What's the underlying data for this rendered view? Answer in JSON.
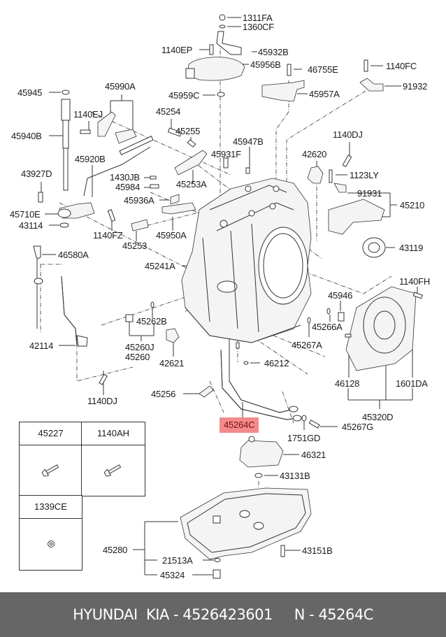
{
  "diagram": {
    "title": "Automatic Transaxle Case Exploded View",
    "highlight_color": "#f28b8b",
    "highlighted_part": "45264C",
    "labels": [
      {
        "id": "1311FA",
        "text": "1311FA"
      },
      {
        "id": "1360CF",
        "text": "1360CF"
      },
      {
        "id": "1140EP",
        "text": "1140EP"
      },
      {
        "id": "45932B",
        "text": "45932B"
      },
      {
        "id": "45956B",
        "text": "45956B"
      },
      {
        "id": "46755E",
        "text": "46755E"
      },
      {
        "id": "1140FC",
        "text": "1140FC"
      },
      {
        "id": "91932",
        "text": "91932"
      },
      {
        "id": "45945",
        "text": "45945"
      },
      {
        "id": "45990A",
        "text": "45990A"
      },
      {
        "id": "45959C",
        "text": "45959C"
      },
      {
        "id": "45957A",
        "text": "45957A"
      },
      {
        "id": "1140EJ",
        "text": "1140EJ"
      },
      {
        "id": "45254",
        "text": "45254"
      },
      {
        "id": "45940B",
        "text": "45940B"
      },
      {
        "id": "45255",
        "text": "45255"
      },
      {
        "id": "45947B",
        "text": "45947B"
      },
      {
        "id": "1140DJ_top",
        "text": "1140DJ"
      },
      {
        "id": "45920B",
        "text": "45920B"
      },
      {
        "id": "45931F",
        "text": "45931F"
      },
      {
        "id": "42620",
        "text": "42620"
      },
      {
        "id": "43927D",
        "text": "43927D"
      },
      {
        "id": "1430JB",
        "text": "1430JB"
      },
      {
        "id": "1123LY",
        "text": "1123LY"
      },
      {
        "id": "45984",
        "text": "45984"
      },
      {
        "id": "45253A",
        "text": "45253A"
      },
      {
        "id": "91931",
        "text": "91931"
      },
      {
        "id": "45210",
        "text": "45210"
      },
      {
        "id": "45936A",
        "text": "45936A"
      },
      {
        "id": "45710E",
        "text": "45710E"
      },
      {
        "id": "43114",
        "text": "43114"
      },
      {
        "id": "1140FZ",
        "text": "1140FZ"
      },
      {
        "id": "45950A",
        "text": "45950A"
      },
      {
        "id": "45253",
        "text": "45253"
      },
      {
        "id": "43119",
        "text": "43119"
      },
      {
        "id": "46580A",
        "text": "46580A"
      },
      {
        "id": "45241A",
        "text": "45241A"
      },
      {
        "id": "1140FH",
        "text": "1140FH"
      },
      {
        "id": "45946",
        "text": "45946"
      },
      {
        "id": "45262B",
        "text": "45262B"
      },
      {
        "id": "45266A",
        "text": "45266A"
      },
      {
        "id": "42114",
        "text": "42114"
      },
      {
        "id": "45260J",
        "text": "45260J"
      },
      {
        "id": "45260",
        "text": "45260"
      },
      {
        "id": "45267A",
        "text": "45267A"
      },
      {
        "id": "42621",
        "text": "42621"
      },
      {
        "id": "46212",
        "text": "46212"
      },
      {
        "id": "46128",
        "text": "46128"
      },
      {
        "id": "1601DA",
        "text": "1601DA"
      },
      {
        "id": "1140DJ_bottom",
        "text": "1140DJ"
      },
      {
        "id": "45256",
        "text": "45256"
      },
      {
        "id": "45320D",
        "text": "45320D"
      },
      {
        "id": "45264C",
        "text": "45264C"
      },
      {
        "id": "45267G",
        "text": "45267G"
      },
      {
        "id": "1751GD",
        "text": "1751GD"
      },
      {
        "id": "46321",
        "text": "46321"
      },
      {
        "id": "43131B",
        "text": "43131B"
      },
      {
        "id": "45280",
        "text": "45280"
      },
      {
        "id": "43151B",
        "text": "43151B"
      },
      {
        "id": "21513A",
        "text": "21513A"
      },
      {
        "id": "45324",
        "text": "45324"
      }
    ],
    "legend_table": {
      "cells": [
        {
          "part": "45227",
          "icon": "bolt-icon"
        },
        {
          "part": "1140AH",
          "icon": "bolt-icon"
        },
        {
          "part": "1339CE",
          "icon": "nut-icon"
        }
      ]
    }
  },
  "footer": {
    "brand": "HYUNDAI  KIA",
    "separator": " - ",
    "part_number": "4526423601",
    "ref_prefix": "N",
    "ref_number": "45264C"
  }
}
